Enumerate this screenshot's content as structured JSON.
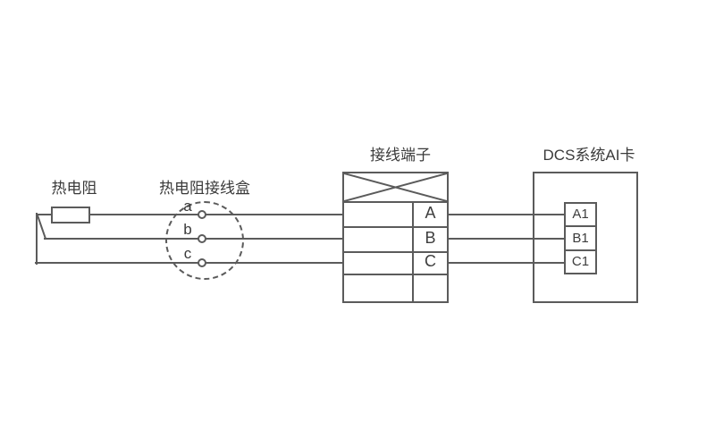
{
  "diagram": {
    "rtd": {
      "label": "热电阻"
    },
    "junction_box": {
      "label": "热电阻接线盒",
      "terminals": [
        "a",
        "b",
        "c"
      ]
    },
    "terminal_block": {
      "label": "接线端子",
      "terminals": [
        "A",
        "B",
        "C"
      ]
    },
    "dcs_card": {
      "label": "DCS系统AI卡",
      "channels": [
        "A1",
        "B1",
        "C1"
      ]
    }
  },
  "colors": {
    "line": "#5b5b5b",
    "text": "#3a3a3a",
    "background": "#ffffff"
  }
}
